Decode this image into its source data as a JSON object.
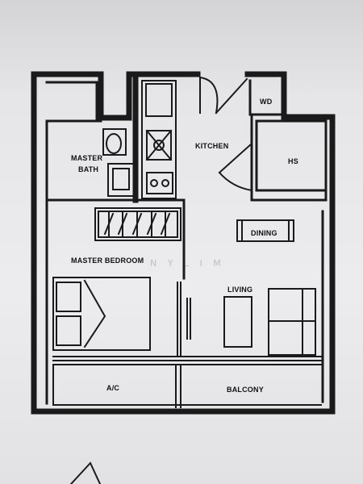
{
  "rooms": {
    "wd": "WD",
    "kitchen": "KITCHEN",
    "hs": "HS",
    "master_bath_line1": "MASTER",
    "master_bath_line2": "BATH",
    "dining": "DINING",
    "master_bedroom": "MASTER BEDROOM",
    "living": "LIVING",
    "ac": "A/C",
    "balcony": "BALCONY"
  },
  "watermark": "N Y L I M"
}
